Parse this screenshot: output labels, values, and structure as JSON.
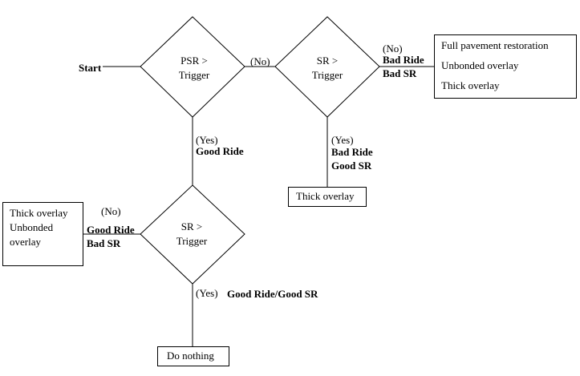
{
  "start": "Start",
  "decisions": {
    "psr": {
      "line1": "PSR >",
      "line2": "Trigger"
    },
    "sr_top": {
      "line1": "SR >",
      "line2": "Trigger"
    },
    "sr_bottom": {
      "line1": "SR >",
      "line2": "Trigger"
    }
  },
  "edges": {
    "psr_no": "(No)",
    "psr_yes": {
      "paren": "(Yes)",
      "cond": "Good Ride"
    },
    "srtop_no": {
      "paren": "(No)",
      "cond1": "Bad Ride",
      "cond2": "Bad SR"
    },
    "srtop_yes": {
      "paren": "(Yes)",
      "cond1": "Bad Ride",
      "cond2": "Good SR"
    },
    "srbot_no": {
      "paren": "(No)",
      "cond1": "Good Ride",
      "cond2": "Bad SR"
    },
    "srbot_yes": {
      "paren": "(Yes)",
      "cond": "Good Ride/Good SR"
    }
  },
  "outcomes": {
    "right_box": [
      "Full pavement restoration",
      "Unbonded overlay",
      "Thick overlay"
    ],
    "thick_overlay_box": "Thick overlay",
    "left_box": [
      "Thick overlay",
      "Unbonded",
      "overlay"
    ],
    "do_nothing": "Do nothing"
  }
}
